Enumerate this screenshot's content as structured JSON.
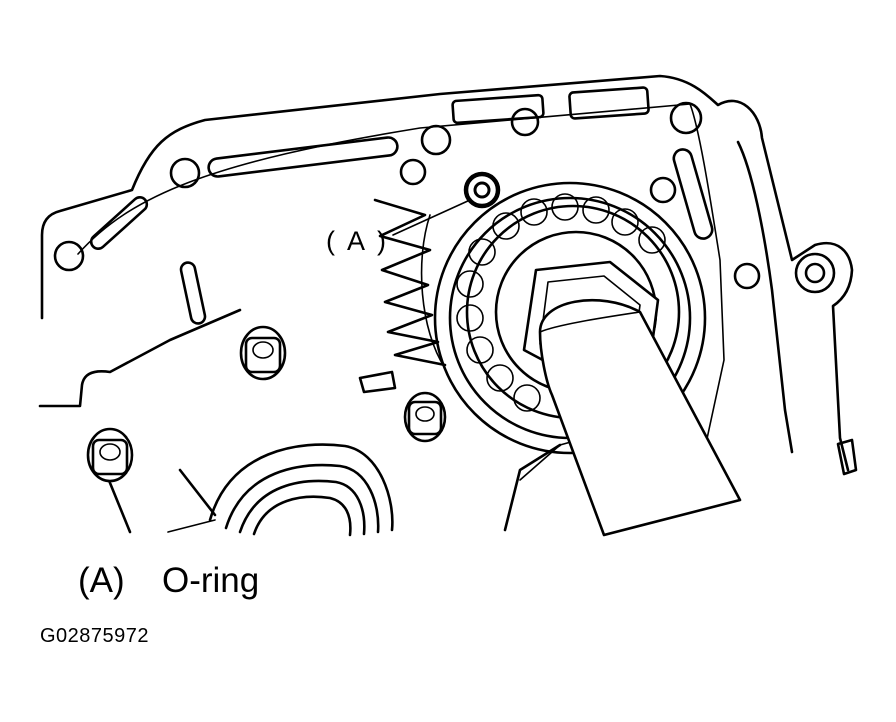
{
  "diagram": {
    "callout_label": "( A )",
    "legend_label": "(A)",
    "legend_text": "O-ring",
    "figure_id": "G02875972",
    "ink_color": "#000000",
    "background_color": "#ffffff"
  }
}
